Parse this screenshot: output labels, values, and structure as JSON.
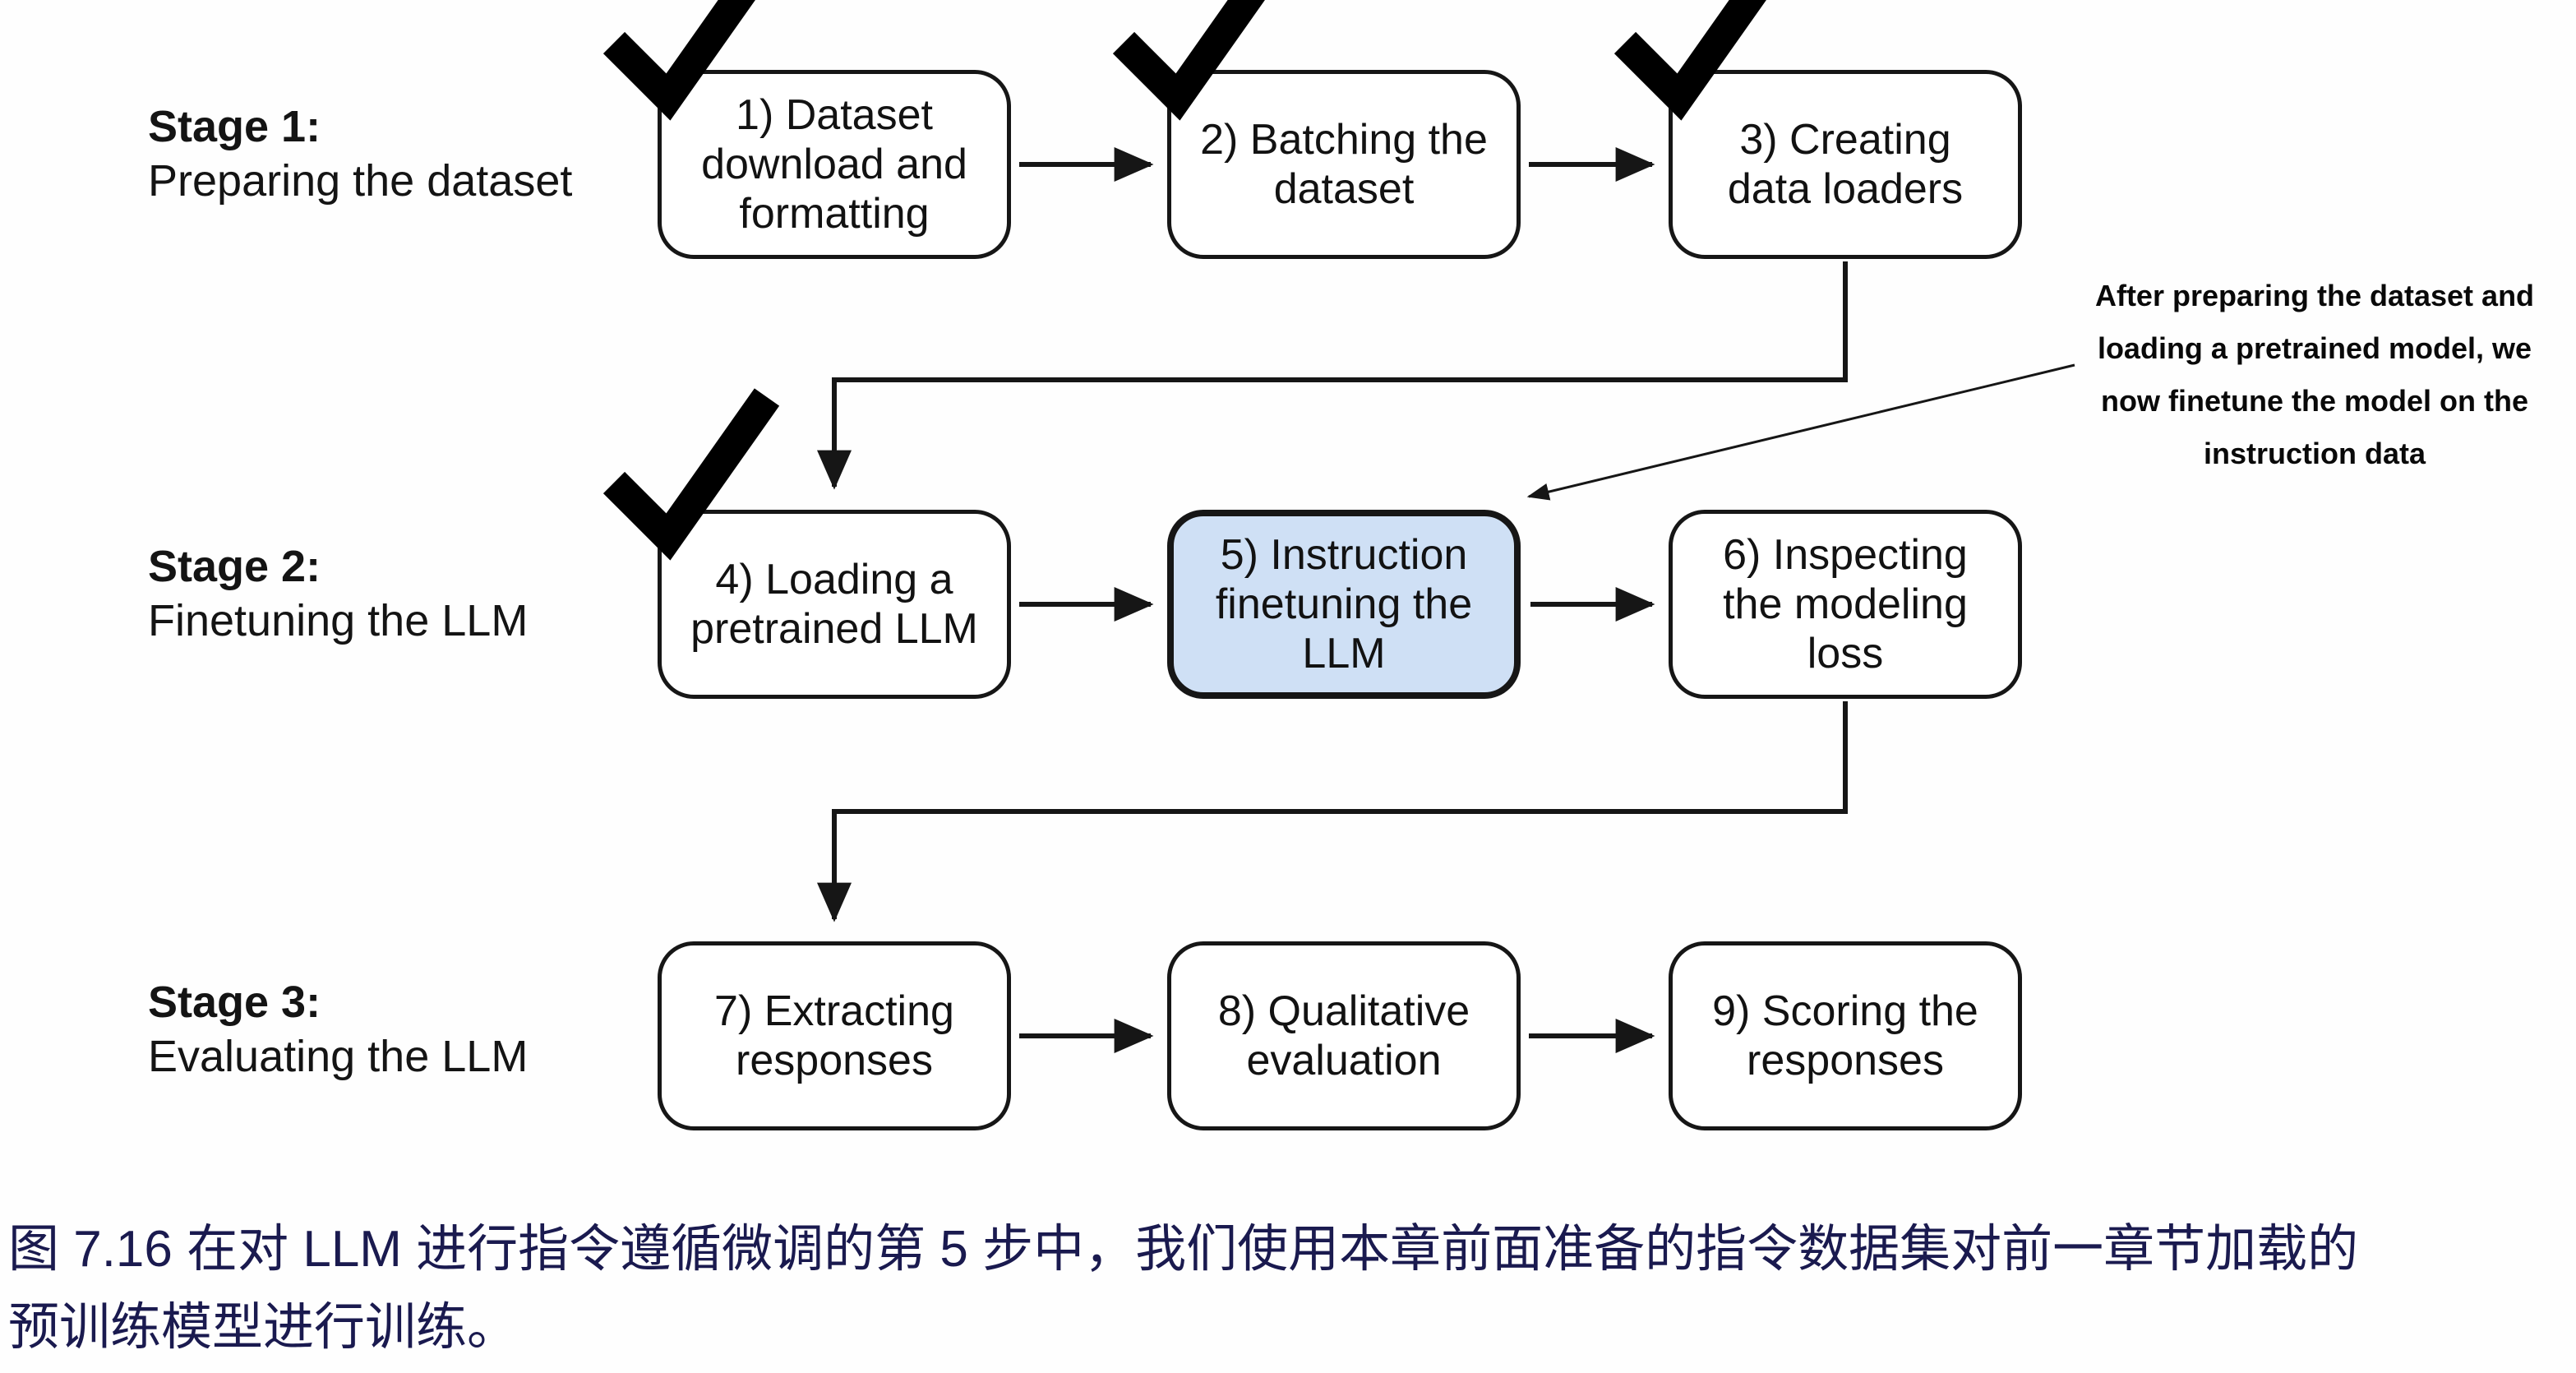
{
  "figure": {
    "stages": [
      {
        "title": "Stage 1:",
        "subtitle": "Preparing the dataset"
      },
      {
        "title": "Stage 2:",
        "subtitle": "Finetuning the LLM"
      },
      {
        "title": "Stage 3:",
        "subtitle": "Evaluating the LLM"
      }
    ],
    "steps": [
      {
        "label": "1) Dataset\ndownload and\nformatting",
        "checked": true,
        "highlighted": false
      },
      {
        "label": "2) Batching the\ndataset",
        "checked": true,
        "highlighted": false
      },
      {
        "label": "3) Creating\ndata loaders",
        "checked": true,
        "highlighted": false
      },
      {
        "label": "4) Loading a\npretrained LLM",
        "checked": true,
        "highlighted": false
      },
      {
        "label": "5) Instruction\nfinetuning the\nLLM",
        "checked": false,
        "highlighted": true
      },
      {
        "label": "6) Inspecting\nthe modeling\nloss",
        "checked": false,
        "highlighted": false
      },
      {
        "label": "7) Extracting\nresponses",
        "checked": false,
        "highlighted": false
      },
      {
        "label": "8) Qualitative\nevaluation",
        "checked": false,
        "highlighted": false
      },
      {
        "label": "9) Scoring the\nresponses",
        "checked": false,
        "highlighted": false
      }
    ],
    "annotation": "After preparing the dataset and\nloading a pretrained model, we\nnow finetune the model on the\ninstruction data"
  },
  "caption": {
    "line1": "图 7.16 在对 LLM 进行指令遵循微调的第 5 步中，我们使用本章前面准备的指令数据集对前一章节加载的",
    "line2": "预训练模型进行训练。"
  },
  "colors": {
    "highlight": "#cfe0f5",
    "line": "#161616",
    "caption-color": "#1a1a4f",
    "box-bg": "#ffffff"
  }
}
